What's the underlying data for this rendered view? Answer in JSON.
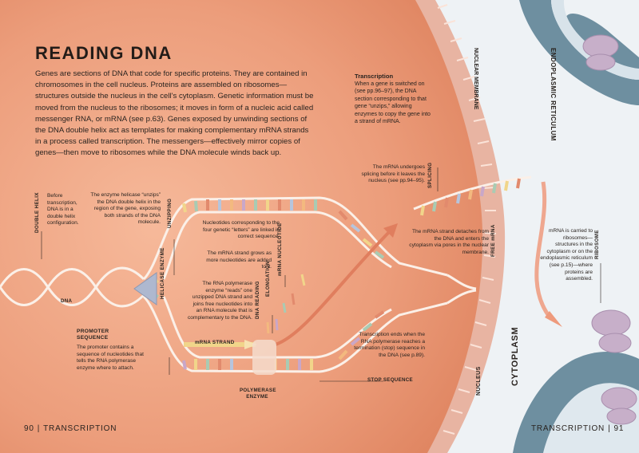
{
  "title": "READING DNA",
  "intro": "Genes are sections of DNA that code for specific proteins. They are contained in chromosomes in the cell nucleus. Proteins are assembled on ribosomes—structures outside the nucleus in the cell's cytoplasm. Genetic information must be moved from the nucleus to the ribosomes; it moves in form of a nucleic acid called messenger RNA, or mRNA (see p.63). Genes exposed by unwinding sections of the DNA double helix act as templates for making complementary mRNA strands in a process called transcription. The messengers—effectively mirror copies of genes—then move to ribosomes while the DNA molecule winds back up.",
  "transcription": {
    "heading": "Transcription",
    "text": "When a gene is switched on (see pp.96–97), the DNA section corresponding to that gene “unzips,” allowing enzymes to copy the gene into a strand of mRNA."
  },
  "labels": {
    "double_helix": "DOUBLE HELIX",
    "unzipping": "UNZIPPING",
    "helicase": "HELICASE ENZYME",
    "dna": "DNA",
    "elongation": "ELONGATION",
    "dna_reading": "DNA READING",
    "mrna_nucleotide": "mRNA NUCLEOTIDE",
    "mrna_strand": "mRNA STRAND",
    "polymerase": "POLYMERASE ENZYME",
    "promoter_heading": "PROMOTER SEQUENCE",
    "stop_sequence": "STOP SEQUENCE",
    "splicing": "SPLICING",
    "free_mrna": "FREE mRNA",
    "ribosome": "RIBOSOME",
    "nuclear_membrane": "NUCLEAR MEMBRANE",
    "endoplasmic_reticulum": "ENDOPLASMIC RETICULUM",
    "cytoplasm": "CYTOPLASM",
    "nucleus": "NUCLEUS"
  },
  "notes": {
    "double_helix": "Before transcription, DNA is in a double helix configuration.",
    "unzipping": "The enzyme helicase “unzips” the DNA double helix in the region of the gene, exposing both strands of the DNA molecule.",
    "nucleotides": "Nucleotides corresponding to the four genetic “letters” are linked in correct sequence.",
    "elongation": "The mRNA strand grows as more nucleotides are added to it.",
    "dna_reading": "The RNA polymerase enzyme “reads” one unzipped DNA strand and joins free nucleotides into an RNA molecule that is complementary to the DNA.",
    "promoter": "The promoter contains a sequence of nucleotides that tells the RNA polymerase enzyme where to attach.",
    "stop": "Transcription ends when the RNA polymerase reaches a termination (stop) sequence in the DNA (see p.89).",
    "splicing": "The mRNA undergoes splicing before it leaves the nucleus (see pp.94–95).",
    "free_mrna": "The mRNA strand detaches from the DNA and enters the cytoplasm via pores in the nuclear membrane.",
    "ribosome": "mRNA is carried to ribosomes— structures in the cytoplasm or on the endoplasmic reticulum (see p.15)—where proteins are assembled."
  },
  "folio": {
    "left_number": "90",
    "left_section": "TRANSCRIPTION",
    "right_section": "TRANSCRIPTION",
    "right_number": "91"
  },
  "colors": {
    "nucleus": "#e79a78",
    "membrane": "#e0917a",
    "cytoplasm": "#edf2f5",
    "reticulum": "#6e8fa0",
    "ribosome": "#c9b0cc",
    "bases": [
      "#f1d58a",
      "#e28a6d",
      "#a9cbb3",
      "#b6c5dd",
      "#f3b97f",
      "#c9a7c8"
    ]
  }
}
